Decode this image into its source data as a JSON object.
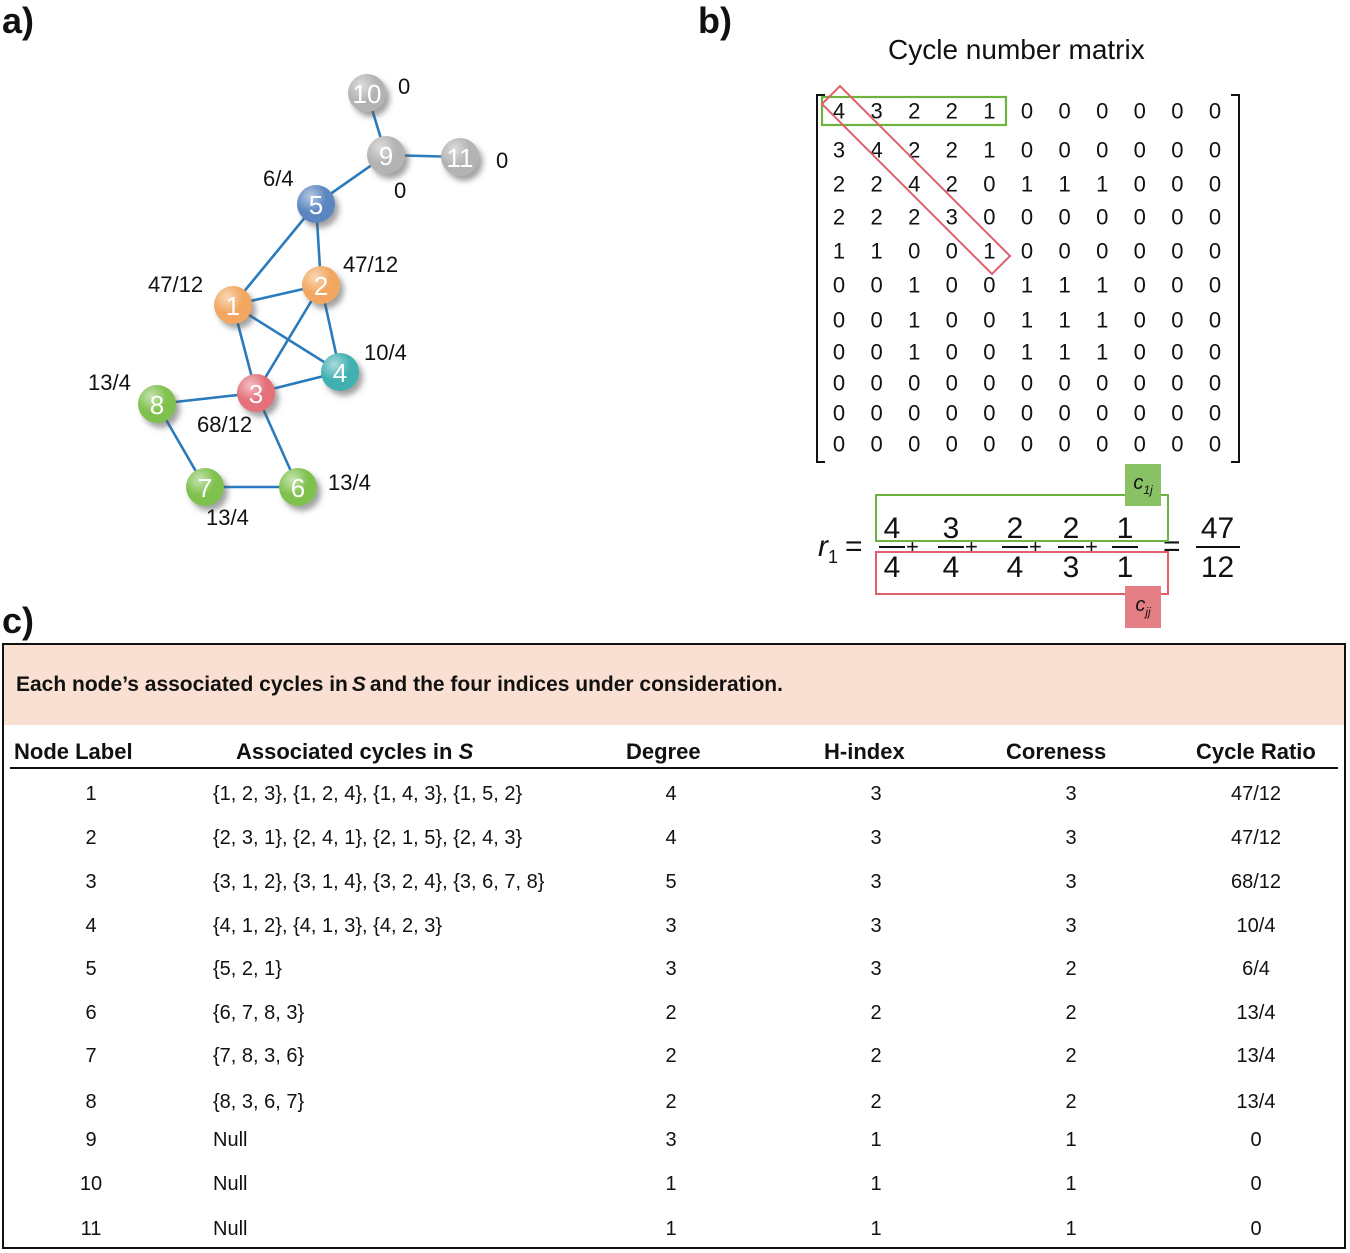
{
  "panels": {
    "a": "a)",
    "b": "b)",
    "c": "c)"
  },
  "graph": {
    "nodes": [
      {
        "id": "1",
        "label": "1",
        "weight": "47/12",
        "color": "#f2a65e"
      },
      {
        "id": "2",
        "label": "2",
        "weight": "47/12",
        "color": "#f2a65e"
      },
      {
        "id": "3",
        "label": "3",
        "weight": "68/12",
        "color": "#e4707a"
      },
      {
        "id": "4",
        "label": "4",
        "weight": "10/4",
        "color": "#3fb0b0"
      },
      {
        "id": "5",
        "label": "5",
        "weight": "6/4",
        "color": "#5b86c0"
      },
      {
        "id": "6",
        "label": "6",
        "weight": "13/4",
        "color": "#7fc14e"
      },
      {
        "id": "7",
        "label": "7",
        "weight": "13/4",
        "color": "#7fc14e"
      },
      {
        "id": "8",
        "label": "8",
        "weight": "13/4",
        "color": "#7fc14e"
      },
      {
        "id": "9",
        "label": "9",
        "weight": "0",
        "color": "#b3b3b3"
      },
      {
        "id": "10",
        "label": "10",
        "weight": "0",
        "color": "#b3b3b3"
      },
      {
        "id": "11",
        "label": "11",
        "weight": "0",
        "color": "#b3b3b3"
      }
    ],
    "edges": [
      [
        "1",
        "2"
      ],
      [
        "1",
        "3"
      ],
      [
        "1",
        "4"
      ],
      [
        "1",
        "5"
      ],
      [
        "2",
        "3"
      ],
      [
        "2",
        "4"
      ],
      [
        "2",
        "5"
      ],
      [
        "3",
        "4"
      ],
      [
        "3",
        "6"
      ],
      [
        "3",
        "8"
      ],
      [
        "6",
        "7"
      ],
      [
        "7",
        "8"
      ],
      [
        "5",
        "9"
      ],
      [
        "9",
        "10"
      ],
      [
        "9",
        "11"
      ]
    ],
    "edge_color": "#2a7bbd"
  },
  "matrix": {
    "title": "Cycle number matrix",
    "rows": [
      [
        4,
        3,
        2,
        2,
        1,
        0,
        0,
        0,
        0,
        0,
        0
      ],
      [
        3,
        4,
        2,
        2,
        1,
        0,
        0,
        0,
        0,
        0,
        0
      ],
      [
        2,
        2,
        4,
        2,
        0,
        1,
        1,
        1,
        0,
        0,
        0
      ],
      [
        2,
        2,
        2,
        3,
        0,
        0,
        0,
        0,
        0,
        0,
        0
      ],
      [
        1,
        1,
        0,
        0,
        1,
        0,
        0,
        0,
        0,
        0,
        0
      ],
      [
        0,
        0,
        1,
        0,
        0,
        1,
        1,
        1,
        0,
        0,
        0
      ],
      [
        0,
        0,
        1,
        0,
        0,
        1,
        1,
        1,
        0,
        0,
        0
      ],
      [
        0,
        0,
        1,
        0,
        0,
        1,
        1,
        1,
        0,
        0,
        0
      ],
      [
        0,
        0,
        0,
        0,
        0,
        0,
        0,
        0,
        0,
        0,
        0
      ],
      [
        0,
        0,
        0,
        0,
        0,
        0,
        0,
        0,
        0,
        0,
        0
      ],
      [
        0,
        0,
        0,
        0,
        0,
        0,
        0,
        0,
        0,
        0,
        0
      ]
    ],
    "row_highlight_color": "#6cb33f",
    "diag_highlight_color": "#e0606a"
  },
  "formula": {
    "lhs": "r",
    "lhs_sub": "1",
    "equals": "=",
    "numerators": [
      "4",
      "3",
      "2",
      "2",
      "1"
    ],
    "denominators": [
      "4",
      "4",
      "4",
      "3",
      "1"
    ],
    "result_num": "47",
    "result_den": "12",
    "label_row": "c",
    "label_row_sub": "1j",
    "label_diag": "c",
    "label_diag_sub": "jj"
  },
  "table": {
    "caption_pre": "Each node’s associated cycles in ",
    "caption_em": "S",
    "caption_post": " and the four indices under consideration.",
    "headers": {
      "node": "Node Label",
      "cycles_pre": "Associated cycles in ",
      "cycles_em": "S",
      "degree": "Degree",
      "hindex": "H-index",
      "coreness": "Coreness",
      "ratio": "Cycle Ratio"
    },
    "rows": [
      {
        "node": "1",
        "cycles": "{1, 2, 3}, {1, 2, 4}, {1, 4, 3}, {1, 5, 2}",
        "degree": "4",
        "hindex": "3",
        "coreness": "3",
        "ratio": "47/12"
      },
      {
        "node": "2",
        "cycles": "{2, 3, 1}, {2, 4, 1}, {2, 1, 5}, {2, 4, 3}",
        "degree": "4",
        "hindex": "3",
        "coreness": "3",
        "ratio": "47/12"
      },
      {
        "node": "3",
        "cycles": "{3, 1, 2}, {3, 1, 4}, {3, 2, 4}, {3, 6, 7, 8}",
        "degree": "5",
        "hindex": "3",
        "coreness": "3",
        "ratio": "68/12"
      },
      {
        "node": "4",
        "cycles": "{4, 1, 2}, {4, 1, 3}, {4, 2, 3}",
        "degree": "3",
        "hindex": "3",
        "coreness": "3",
        "ratio": "10/4"
      },
      {
        "node": "5",
        "cycles": "{5, 2, 1}",
        "degree": "3",
        "hindex": "3",
        "coreness": "2",
        "ratio": "6/4"
      },
      {
        "node": "6",
        "cycles": "{6, 7, 8, 3}",
        "degree": "2",
        "hindex": "2",
        "coreness": "2",
        "ratio": "13/4"
      },
      {
        "node": "7",
        "cycles": "{7, 8, 3, 6}",
        "degree": "2",
        "hindex": "2",
        "coreness": "2",
        "ratio": "13/4"
      },
      {
        "node": "8",
        "cycles": "{8, 3, 6, 7}",
        "degree": "2",
        "hindex": "2",
        "coreness": "2",
        "ratio": "13/4"
      },
      {
        "node": "9",
        "cycles": "Null",
        "degree": "3",
        "hindex": "1",
        "coreness": "1",
        "ratio": "0"
      },
      {
        "node": "10",
        "cycles": "Null",
        "degree": "1",
        "hindex": "1",
        "coreness": "1",
        "ratio": "0"
      },
      {
        "node": "11",
        "cycles": "Null",
        "degree": "1",
        "hindex": "1",
        "coreness": "1",
        "ratio": "0"
      }
    ]
  }
}
